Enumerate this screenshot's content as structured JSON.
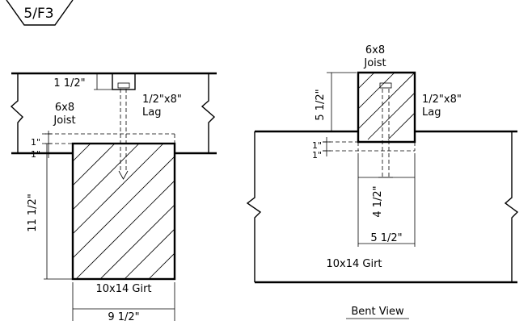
{
  "detail_tag": "5/F3",
  "left_view": {
    "dim_top_offset": "1 1/2\"",
    "lag_line1": "1/2\"x8\"",
    "lag_line2": "Lag",
    "joist_line1": "6x8",
    "joist_line2": "Joist",
    "dim_step_a": "1\"",
    "dim_step_b": "1\"",
    "dim_height": "11 1/2\"",
    "girt_label": "10x14 Girt",
    "dim_width": "9 1/2\""
  },
  "right_view": {
    "joist_line1": "6x8",
    "joist_line2": "Joist",
    "dim_joist_height": "5 1/2\"",
    "lag_line1": "1/2\"x8\"",
    "lag_line2": "Lag",
    "dim_step_a": "1\"",
    "dim_step_b": "1\"",
    "dim_lag_depth": "4 1/2\"",
    "dim_width": "5 1/2\"",
    "girt_label": "10x14 Girt",
    "view_title": "Bent View"
  }
}
